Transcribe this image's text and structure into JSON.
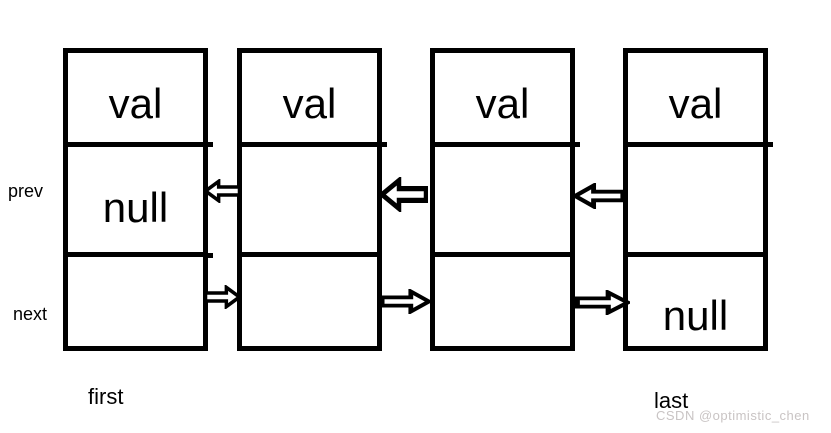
{
  "diagram": {
    "type": "doubly-linked-list",
    "colors": {
      "line": "#000000",
      "background": "#ffffff",
      "watermark_text": "#c9c4c4"
    },
    "labels": {
      "prev": "prev",
      "next": "next",
      "first": "first",
      "last": "last"
    },
    "nodes": [
      {
        "position": "first",
        "val": "val",
        "prev": "null",
        "next": ""
      },
      {
        "position": "middle-1",
        "val": "val",
        "prev": "",
        "next": ""
      },
      {
        "position": "middle-2",
        "val": "val",
        "prev": "",
        "next": ""
      },
      {
        "position": "last",
        "val": "val",
        "prev": "",
        "next": "null"
      }
    ],
    "arrows": [
      {
        "between": "node1-node2",
        "row": "prev",
        "direction": "left"
      },
      {
        "between": "node1-node2",
        "row": "next",
        "direction": "right"
      },
      {
        "between": "node2-node3",
        "row": "prev",
        "direction": "left"
      },
      {
        "between": "node2-node3",
        "row": "next",
        "direction": "right"
      },
      {
        "between": "node3-node4",
        "row": "prev",
        "direction": "left"
      },
      {
        "between": "node3-node4",
        "row": "next",
        "direction": "right"
      }
    ]
  },
  "watermark": {
    "text": "CSDN @optimistic_chen"
  }
}
